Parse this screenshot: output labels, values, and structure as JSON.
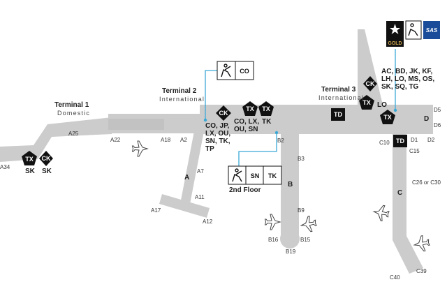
{
  "terminals": [
    {
      "name": "Terminal 1",
      "subtitle": "Domestic"
    },
    {
      "name": "Terminal 2",
      "subtitle": "International"
    },
    {
      "name": "Terminal 3",
      "subtitle": "International"
    }
  ],
  "piers": [
    "A",
    "B",
    "C",
    "D"
  ],
  "gates": {
    "a34": "A34",
    "a25": "A25",
    "a22": "A22",
    "a18": "A18",
    "a2": "A2",
    "a7": "A7",
    "a11": "A11",
    "a17": "A17",
    "a12": "A12",
    "b2": "B2",
    "b3": "B3",
    "b9": "B9",
    "b16": "B16",
    "b15": "B15",
    "b19": "B19",
    "c10": "C10",
    "c15": "C15",
    "c26": "C26 or C30",
    "c39": "C39",
    "c40": "C40",
    "d5": "D5",
    "d6": "D6",
    "d1": "D1",
    "d2": "D2"
  },
  "badges": {
    "tx": "TX",
    "ck": "CK",
    "td": "TD",
    "sn": "SN",
    "tk": "TK",
    "co": "CO",
    "lo": "LO",
    "gold": "GOLD",
    "sas": "SAS"
  },
  "airlines": {
    "t1": [
      "SK",
      "SK"
    ],
    "t2_ck": [
      "CO, JP,",
      "LX, OU,",
      "SN, TK,",
      "TP"
    ],
    "t2_tx": [
      "CO, LX,",
      "OU, SN"
    ],
    "t2_tk": "TK",
    "t3": [
      "AC, BD, JK, KF,",
      "LH, LO, MS, OS,",
      "SK, SQ, TG"
    ]
  },
  "floor_label": "2nd Floor",
  "colors": {
    "corridor": "#cccccc",
    "badge": "#111111",
    "callout": "#3aa9d6",
    "gold": "#c9a24b",
    "sas": "#1a4c9a"
  },
  "icons": [
    "airplane-icon",
    "lounge-icon",
    "gold-lounge-icon",
    "star-alliance-icon"
  ]
}
